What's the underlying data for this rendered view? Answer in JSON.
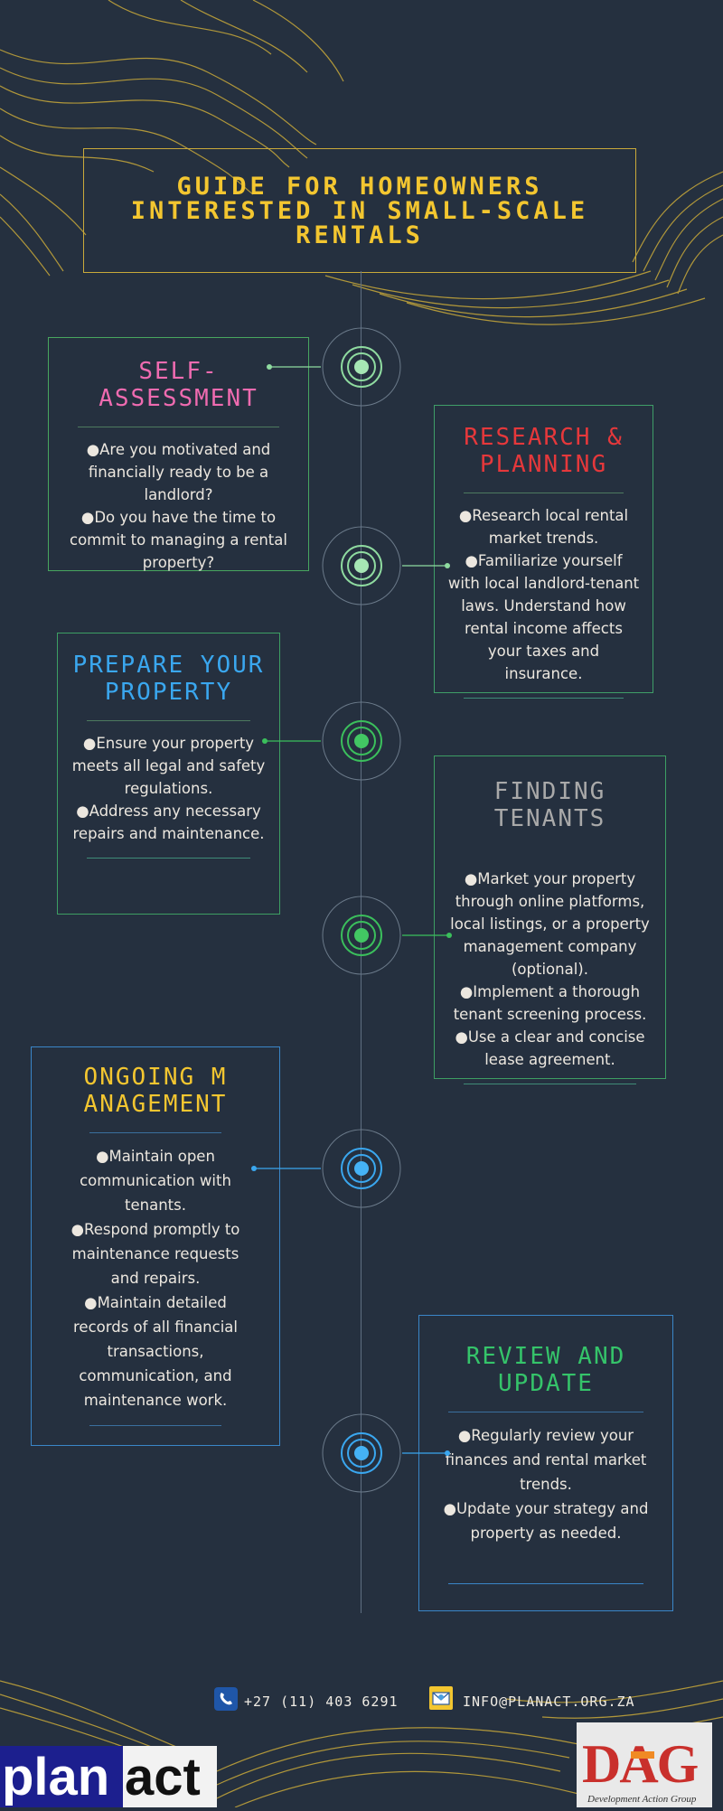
{
  "title": "GUIDE FOR HOMEOWNERS INTERESTED IN SMALL-SCALE RENTALS",
  "colors": {
    "background": "#25303f",
    "gold": "#f3c630",
    "pink": "#ef6bb0",
    "red": "#e5383b",
    "blue": "#3aa7ef",
    "grey": "#a9a9a9",
    "green": "#35c46a"
  },
  "sections": [
    {
      "heading": "SELF-ASSESSMENT",
      "bullets": [
        "●Are you motivated and financially ready to be a landlord?",
        "●Do you have the time to commit to managing a rental property?"
      ]
    },
    {
      "heading": "RESEARCH & PLANNING",
      "bullets": [
        "●Research local rental market trends.",
        "●Familiarize yourself with local landlord-tenant laws. Understand how rental income affects your taxes and insurance."
      ]
    },
    {
      "heading": "PREPARE YOUR PROPERTY",
      "bullets": [
        "●Ensure your property meets all legal and safety regulations.",
        "●Address any necessary repairs and maintenance."
      ]
    },
    {
      "heading": "FINDING TENANTS",
      "bullets": [
        "●Market your property through online platforms, local listings, or a property management company (optional).",
        "●Implement a thorough tenant screening process.",
        "●Use a clear and concise lease agreement."
      ]
    },
    {
      "heading": "ONGOING MANAGEMENT",
      "bullets": [
        "●Maintain open communication with tenants.",
        "●Respond promptly to maintenance requests and repairs.",
        "●Maintain detailed records of all financial transactions, communication, and maintenance work."
      ]
    },
    {
      "heading": "REVIEW AND UPDATE",
      "bullets": [
        "●Regularly review your finances and rental market trends.",
        "●Update your strategy and property as needed."
      ]
    }
  ],
  "footer": {
    "phone": "+27 (11) 403 6291",
    "email": "INFO@PLANACT.ORG.ZA",
    "icons": [
      "phone-icon",
      "email-icon"
    ]
  },
  "logos": {
    "planact": {
      "text_plan": "plan",
      "text_act": "act"
    },
    "dag": {
      "letters": "DAG",
      "caption": "Development Action Group"
    }
  }
}
